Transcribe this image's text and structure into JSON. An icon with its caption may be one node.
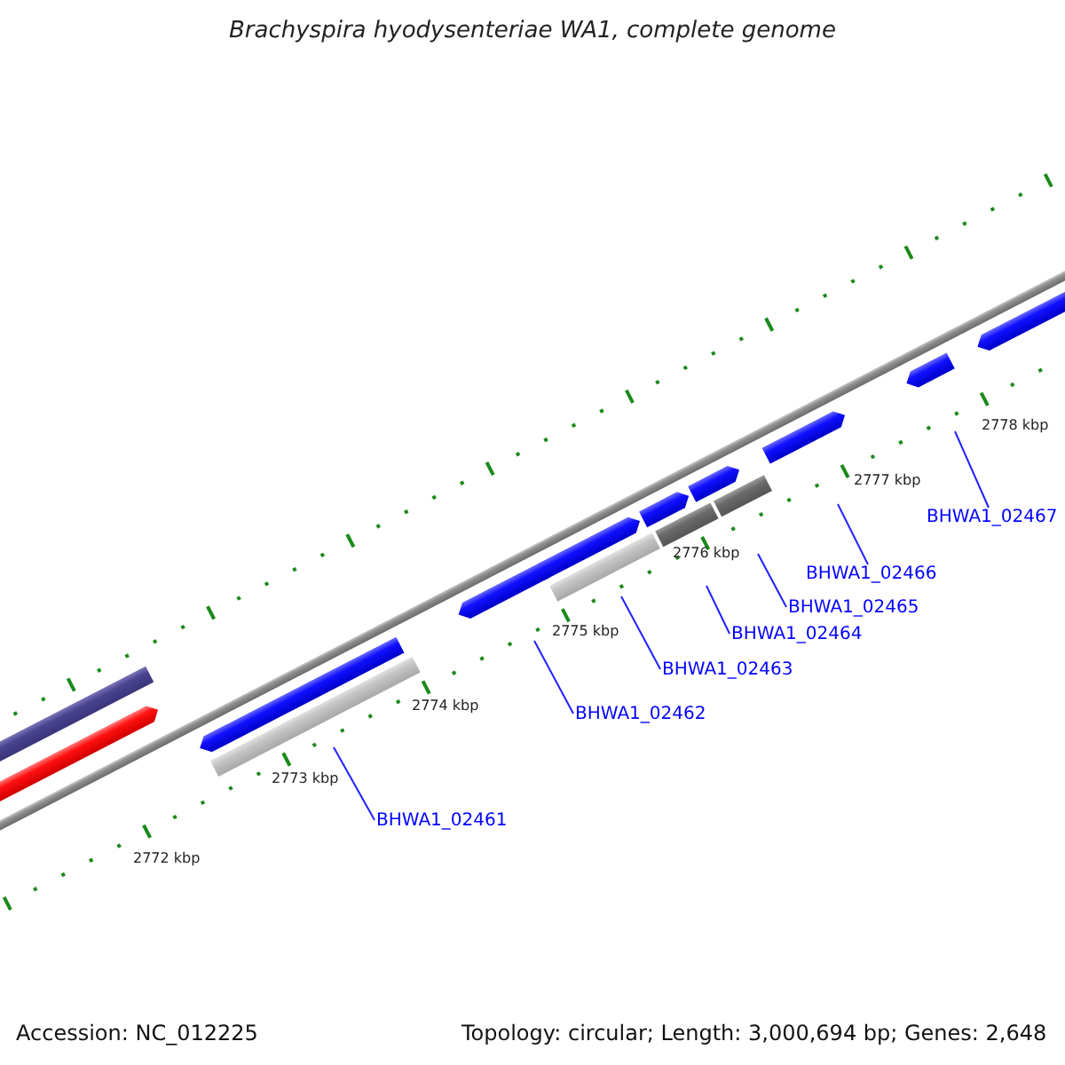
{
  "diagram": {
    "title": "Brachyspira hyodysenteriae WA1, complete genome",
    "nodes": [
      {
        "text": [
          "BHWA1_02461"
        ]
      },
      {
        "text": [
          "BHWA1_02462"
        ]
      },
      {
        "text": [
          "BHWA1_02463"
        ]
      },
      {
        "text": [
          "BHWA1_02464"
        ]
      },
      {
        "text": [
          "BHWA1_02465"
        ]
      },
      {
        "text": [
          "BHWA1_02466"
        ]
      },
      {
        "text": [
          "BHWA1_02467"
        ]
      }
    ],
    "edges": [
      {
        "from": 0,
        "to": null,
        "arrow": "none"
      },
      {
        "from": 1,
        "to": null,
        "arrow": "none"
      },
      {
        "from": 2,
        "to": null,
        "arrow": "none"
      },
      {
        "from": 3,
        "to": null,
        "arrow": "none"
      },
      {
        "from": 4,
        "to": null,
        "arrow": "none"
      },
      {
        "from": 5,
        "to": null,
        "arrow": "none"
      },
      {
        "from": 6,
        "to": null,
        "arrow": "none"
      }
    ],
    "labels": [
      "2778 kbp",
      "2777 kbp",
      "2776 kbp",
      "2775 kbp",
      "2774 kbp",
      "2773 kbp",
      "2772 kbp",
      "Accession: NC_012225",
      "Topology: circular; Length: 3,000,694 bp; Genes: 2,648"
    ]
  }
}
